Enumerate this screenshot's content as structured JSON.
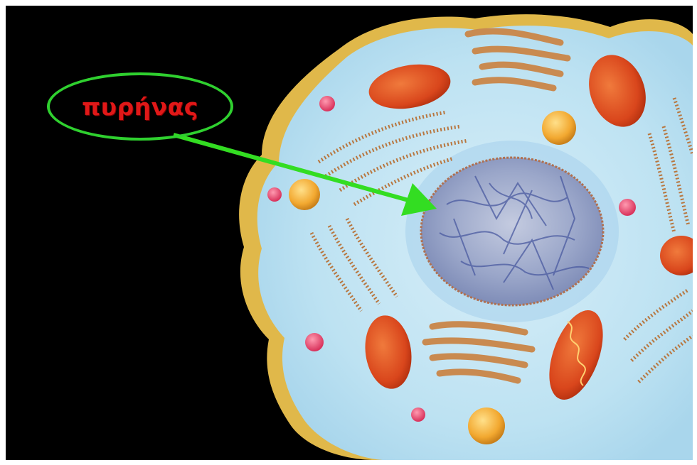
{
  "label": {
    "text": "πυρήνας",
    "text_color": "#e01818",
    "outline_color": "#2fd02f"
  },
  "arrow": {
    "color": "#33dd22",
    "points_to": "nucleus"
  },
  "illustration": {
    "subject": "animal-cell",
    "background_color": "#000000",
    "membrane_color": "#e0b84a",
    "cytoplasm_color": "#bfe3f3",
    "nucleus_color": "#8f9cc4",
    "organelle_colors": {
      "mitochondria": "#d9461c",
      "golgi": "#c98a50",
      "vesicle": "#f2a830",
      "lysosome": "#e24a6a"
    }
  }
}
